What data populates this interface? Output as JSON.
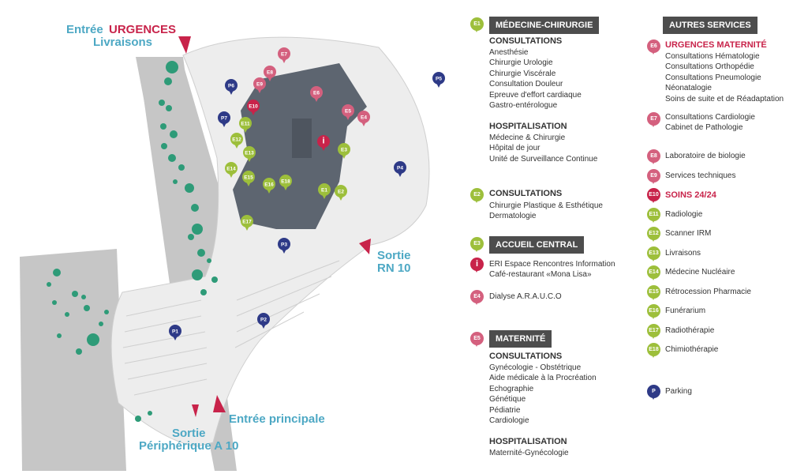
{
  "colors": {
    "green": "#9dbf3b",
    "pink": "#d4607e",
    "crimson": "#c8234a",
    "navy": "#2e3a87",
    "blue_text": "#4da8c4",
    "building": "#5d6570",
    "terrain": "#c6c6c6",
    "tree": "#2e9b78"
  },
  "map_labels": {
    "entree": "Entrée",
    "urgences": "URGENCES",
    "livraisons": "Livraisons",
    "sortie_rn_1": "Sortie",
    "sortie_rn_2": "RN 10",
    "entree_principale": "Entrée principale",
    "sortie_per_1": "Sortie",
    "sortie_per_2": "Périphérique A 10"
  },
  "map_markers": [
    {
      "label": "E1",
      "color": "green"
    },
    {
      "label": "E2",
      "color": "green"
    },
    {
      "label": "E3",
      "color": "green"
    },
    {
      "label": "E4",
      "color": "pink"
    },
    {
      "label": "E5",
      "color": "pink"
    },
    {
      "label": "E6",
      "color": "pink"
    },
    {
      "label": "E7",
      "color": "pink"
    },
    {
      "label": "E8",
      "color": "pink"
    },
    {
      "label": "E9",
      "color": "pink"
    },
    {
      "label": "E10",
      "color": "crimson"
    },
    {
      "label": "E11",
      "color": "green"
    },
    {
      "label": "E12",
      "color": "green"
    },
    {
      "label": "E13",
      "color": "green"
    },
    {
      "label": "E14",
      "color": "green"
    },
    {
      "label": "E15",
      "color": "green"
    },
    {
      "label": "E16",
      "color": "green"
    },
    {
      "label": "E17",
      "color": "green"
    },
    {
      "label": "E18",
      "color": "green"
    },
    {
      "label": "i",
      "color": "crimson"
    },
    {
      "label": "P1",
      "color": "navy"
    },
    {
      "label": "P2",
      "color": "navy"
    },
    {
      "label": "P3",
      "color": "navy"
    },
    {
      "label": "P4",
      "color": "navy"
    },
    {
      "label": "P5",
      "color": "navy"
    },
    {
      "label": "P6",
      "color": "navy"
    },
    {
      "label": "P7",
      "color": "navy"
    }
  ],
  "legend_left": {
    "e1": {
      "badge": "E1",
      "title": "MÉDECINE-CHIRURGIE",
      "consult_title": "CONSULTATIONS",
      "consult": [
        "Anesthésie",
        "Chirurgie Urologie",
        "Chirurgie Viscérale",
        "Consultation Douleur",
        "Epreuve d'effort cardiaque",
        "Gastro-entérologue"
      ],
      "hosp_title": "HOSPITALISATION",
      "hosp": [
        "Médecine & Chirurgie",
        "Hôpital de jour",
        "Unité de Surveillance Continue"
      ]
    },
    "e2": {
      "badge": "E2",
      "title": "CONSULTATIONS",
      "items": [
        "Chirurgie Plastique & Esthétique",
        "Dermatologie"
      ]
    },
    "e3": {
      "badge": "E3",
      "title": "ACCUEIL CENTRAL"
    },
    "info": {
      "badge": "i",
      "items": [
        "ERI Espace Rencontres Information",
        "Café-restaurant «Mona Lisa»"
      ]
    },
    "e4": {
      "badge": "E4",
      "text": "Dialyse A.R.A.U.C.O"
    },
    "e5": {
      "badge": "E5",
      "title": "MATERNITÉ",
      "consult_title": "CONSULTATIONS",
      "consult": [
        "Gynécologie - Obstétrique",
        "Aide médicale à la Procréation",
        "Echographie",
        "Génétique",
        "Pédiatrie",
        "Cardiologie"
      ],
      "hosp_title": "HOSPITALISATION",
      "hosp": [
        "Maternité-Gynécologie"
      ]
    }
  },
  "legend_right": {
    "title": "AUTRES SERVICES",
    "e6": {
      "badge": "E6",
      "title": "URGENCES MATERNITÉ",
      "items": [
        "Consultations Hématologie",
        "Consultations Orthopédie",
        "Consultations Pneumologie",
        "Néonatalogie",
        "Soins de suite et de Réadaptation"
      ]
    },
    "e7": {
      "badge": "E7",
      "items": [
        "Consultations Cardiologie",
        "Cabinet de Pathologie"
      ]
    },
    "e8": {
      "badge": "E8",
      "text": "Laboratoire de biologie"
    },
    "e9": {
      "badge": "E9",
      "text": "Services techniques"
    },
    "e10": {
      "badge": "E10",
      "text": "SOINS 24/24"
    },
    "e11": {
      "badge": "E11",
      "text": "Radiologie"
    },
    "e12": {
      "badge": "E12",
      "text": "Scanner IRM"
    },
    "e13": {
      "badge": "E13",
      "text": "Livraisons"
    },
    "e14": {
      "badge": "E14",
      "text": "Médecine Nucléaire"
    },
    "e15": {
      "badge": "E15",
      "text": "Rétrocession Pharmacie"
    },
    "e16": {
      "badge": "E16",
      "text": "Funérarium"
    },
    "e17": {
      "badge": "E17",
      "text": "Radiothérapie"
    },
    "e18": {
      "badge": "E18",
      "text": "Chimiothérapie"
    },
    "parking": {
      "badge": "P",
      "text": "Parking"
    }
  }
}
